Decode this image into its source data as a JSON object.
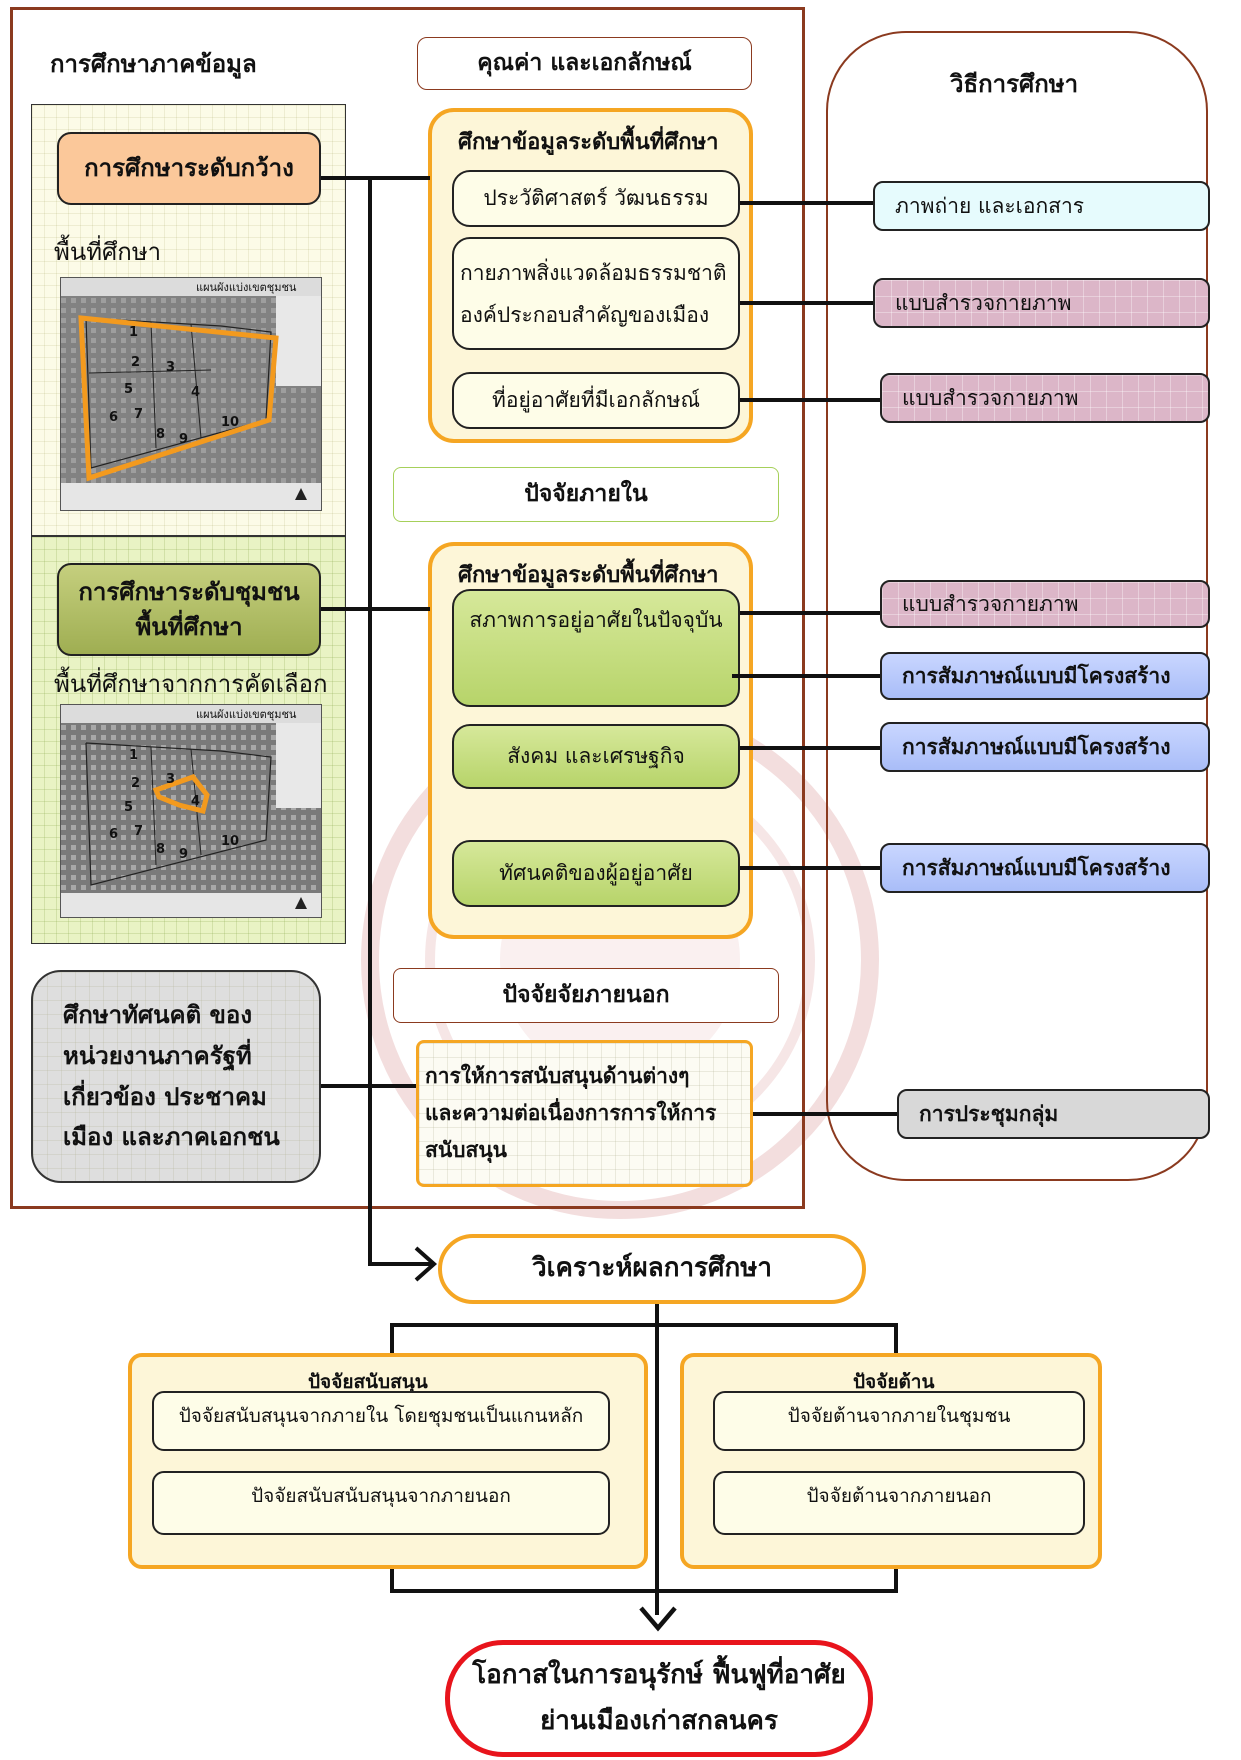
{
  "left_section": {
    "title": "การศึกษาภาคข้อมูล",
    "broad_study": "การศึกษาระดับกว้าง",
    "study_area": "พื้นที่ศึกษา",
    "community_study_line1": "การศึกษาระดับชุมชน",
    "community_study_line2": "พื้นที่ศึกษา",
    "selected_area": "พื้นที่ศึกษาจากการคัดเลือก",
    "attitude_study": [
      "ศึกษาทัศนคติ ของ",
      "หน่วยงานภาครัฐที่",
      "เกี่ยวข้อง ประชาคม",
      "เมือง และภาคเอกชน"
    ]
  },
  "map": {
    "title": "แผนผังแบ่งเขตชุมชน",
    "zones": [
      "1",
      "2",
      "3",
      "4",
      "5",
      "6",
      "7",
      "8",
      "9",
      "10"
    ]
  },
  "middle_section": {
    "values_header": "คุณค่า และเอกลักษณ์",
    "group1": {
      "title": "ศึกษาข้อมูลระดับพื้นที่ศึกษา",
      "items": [
        "ประวัติศาสตร์ วัฒนธรรม",
        [
          "กายภาพสิ่งแวดล้อมธรรมชาติ",
          "องค์ประกอบสำคัญของเมือง"
        ],
        "ที่อยู่อาศัยที่มีเอกลักษณ์"
      ]
    },
    "internal_header": "ปัจจัยภายใน",
    "group2": {
      "title": "ศึกษาข้อมูลระดับพื้นที่ศึกษา",
      "items": [
        "สภาพการอยู่อาศัยในปัจจุบัน",
        "สังคม และเศรษฐกิจ",
        "ทัศนคติของผู้อยู่อาศัย"
      ]
    },
    "external_header": "ปัจจัยจัยภายนอก",
    "external_box": [
      "การให้การสนับสนุนด้านต่างๆ",
      "และความต่อเนื่องการการให้การ",
      "สนับสนุน"
    ]
  },
  "methods": {
    "title": "วิธีการศึกษา",
    "items": [
      "ภาพถ่าย และเอกสาร",
      "แบบสำรวจกายภาพ",
      "แบบสำรวจกายภาพ",
      "แบบสำรวจกายภาพ",
      "การสัมภาษณ์แบบมีโครงสร้าง",
      "การสัมภาษณ์แบบมีโครงสร้าง",
      "การสัมภาษณ์แบบมีโครงสร้าง",
      "การประชุมกลุ่ม"
    ]
  },
  "analysis": {
    "title": "วิเคราะห์ผลการศึกษา",
    "support": {
      "title": "ปัจจัยสนับสนุน",
      "items": [
        "ปัจจัยสนับสนุนจากภายใน โดยชุมชนเป็นแกนหลัก",
        "ปัจจัยสนับสนับสนุนจากภายนอก"
      ]
    },
    "oppose": {
      "title": "ปัจจัยต้าน",
      "items": [
        "ปัจจัยต้านจากภายในชุมชน",
        "ปัจจัยต้านจากภายนอก"
      ]
    }
  },
  "outcome": [
    "โอกาสในการอนุรักษ์ ฟื้นฟูที่อาศัย",
    "ย่านเมืองเก่าสกลนคร"
  ],
  "colors": {
    "frame": "#8b3a1f",
    "orange": "#f5a623",
    "outcome_border": "#e8141c",
    "green_header": "#a6d05a"
  }
}
